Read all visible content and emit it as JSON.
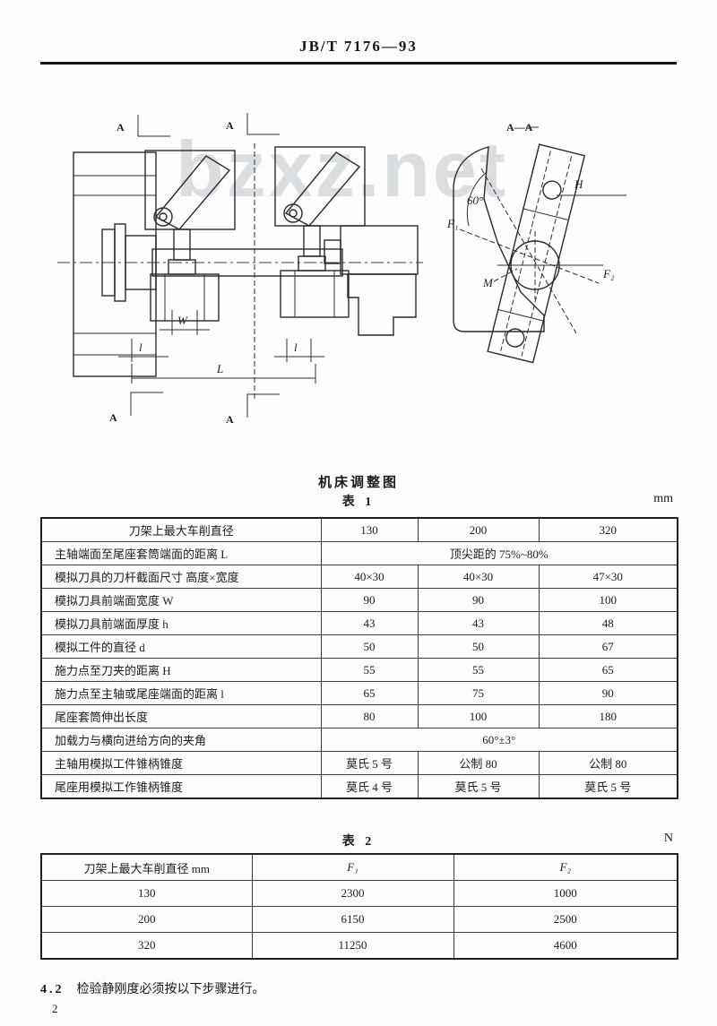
{
  "header": {
    "standard_no": "JB/T 7176—93"
  },
  "watermark": "bzxz.net",
  "figure": {
    "caption": "机床调整图",
    "left": {
      "section_marker": "A",
      "dim_w": "W",
      "dim_l": "l",
      "dim_L": "L"
    },
    "right": {
      "section_label": "A—A",
      "angle": "60°",
      "force1": "F₁",
      "force2": "F₂",
      "dim_h": "H",
      "dim_m": "M"
    }
  },
  "table1": {
    "caption": "表 1",
    "unit": "mm",
    "rows": [
      {
        "label": "刀架上最大车削直径",
        "values": [
          "130",
          "200",
          "320"
        ]
      },
      {
        "label": "主轴端面至尾座套筒端面的距离 L",
        "values": [
          "顶尖距的 75%~80%"
        ],
        "span": true
      },
      {
        "label": "模拟刀具的刀杆截面尺寸 高度×宽度",
        "values": [
          "40×30",
          "40×30",
          "47×30"
        ]
      },
      {
        "label": "模拟刀具前端面宽度 W",
        "values": [
          "90",
          "90",
          "100"
        ]
      },
      {
        "label": "模拟刀具前端面厚度 h",
        "values": [
          "43",
          "43",
          "48"
        ]
      },
      {
        "label": "模拟工件的直径 d",
        "values": [
          "50",
          "50",
          "67"
        ]
      },
      {
        "label": "施力点至刀夹的距离 H",
        "values": [
          "55",
          "55",
          "65"
        ]
      },
      {
        "label": "施力点至主轴或尾座端面的距离 l",
        "values": [
          "65",
          "75",
          "90"
        ]
      },
      {
        "label": "尾座套筒伸出长度",
        "values": [
          "80",
          "100",
          "180"
        ]
      },
      {
        "label": "加载力与横向进给方向的夹角",
        "values": [
          "60°±3°"
        ],
        "span": true
      },
      {
        "label": "主轴用模拟工件锥柄锥度",
        "values": [
          "莫氏 5 号",
          "公制 80",
          "公制 80"
        ]
      },
      {
        "label": "尾座用模拟工作锥柄锥度",
        "values": [
          "莫氏 4 号",
          "莫氏 5 号",
          "莫氏 5 号"
        ]
      }
    ]
  },
  "table2": {
    "caption": "表 2",
    "unit": "N",
    "headers": [
      "刀架上最大车削直径  mm",
      "F₁",
      "F₂"
    ],
    "rows": [
      [
        "130",
        "2300",
        "1000"
      ],
      [
        "200",
        "6150",
        "2500"
      ],
      [
        "320",
        "11250",
        "4600"
      ]
    ]
  },
  "body": {
    "clause_num": "4.2",
    "clause_text": "检验静刚度必须按以下步骤进行。",
    "page_number": "2"
  }
}
